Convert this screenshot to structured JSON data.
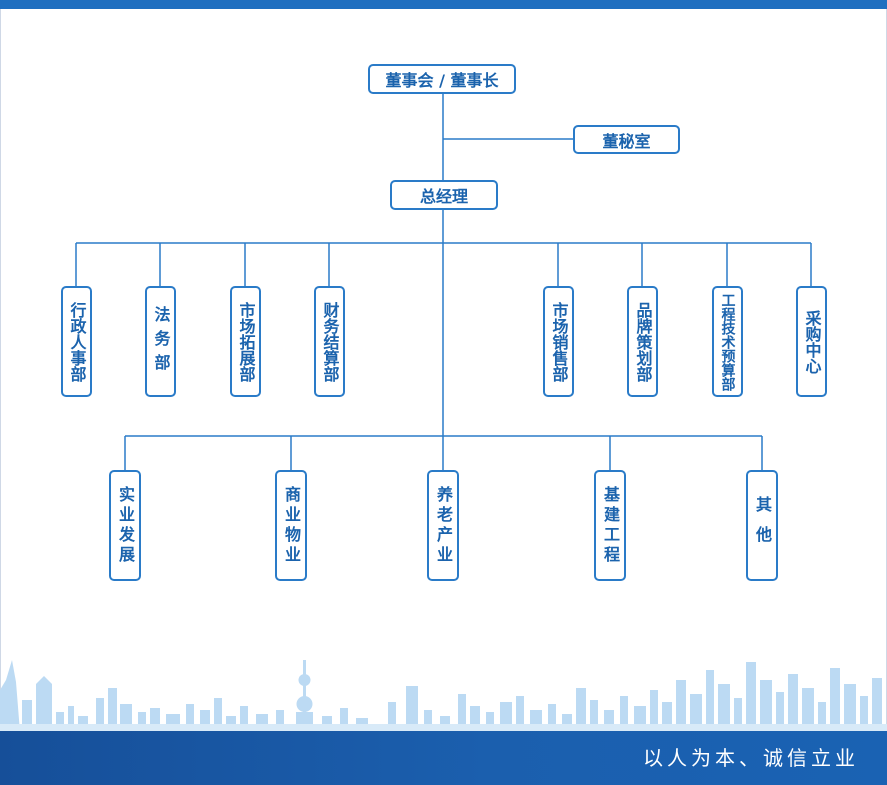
{
  "org": {
    "board": "董事会 / 董事长",
    "secretary": "董秘室",
    "gm": "总经理",
    "departments": [
      "行政人事部",
      "法务部",
      "市场拓展部",
      "财务结算部",
      "市场销售部",
      "品牌策划部",
      "工程技术预算部",
      "采购中心"
    ],
    "divisions": [
      "实业发展",
      "商业物业",
      "养老产业",
      "基建工程",
      "其他"
    ]
  },
  "footer": {
    "slogan": "以人为本、诚信立业"
  },
  "colors": {
    "accent": "#2a7bc8",
    "text": "#1b63ad",
    "footer": "#1b5fae",
    "skyline": "#bcdaf3"
  }
}
